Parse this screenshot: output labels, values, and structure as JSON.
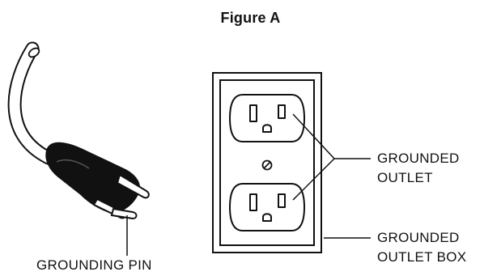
{
  "figure": {
    "title": "Figure A"
  },
  "labels": {
    "grounded_outlet_line1": "GROUNDED",
    "grounded_outlet_line2": "OUTLET",
    "grounded_outlet_box_line1": "GROUNDED",
    "grounded_outlet_box_line2": "OUTLET BOX",
    "grounding_pin": "GROUNDING PIN"
  },
  "colors": {
    "stroke": "#111111",
    "fill_dark": "#111111",
    "fill_light": "#ffffff"
  }
}
